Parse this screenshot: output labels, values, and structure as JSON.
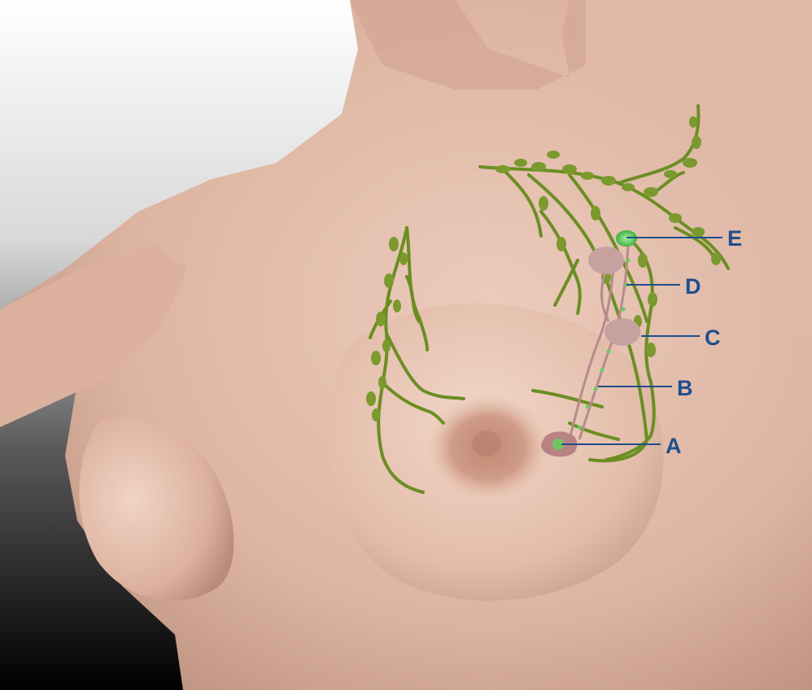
{
  "labels": {
    "A": "A",
    "B": "B",
    "C": "C",
    "D": "D",
    "E": "E"
  },
  "colors": {
    "background_top": "#ffffff",
    "background_bottom": "#000000",
    "skin_light": "#f0d2c4",
    "skin_mid": "#ddb39e",
    "skin_shadow": "#b98d7b",
    "areola": "#c99480",
    "lymph_vessel": "#6b8e23",
    "lymph_node": "#7a9a2e",
    "sentinel_node": "#5fd35f",
    "tumor": "#b98282",
    "duct": "#b88a8a",
    "callout_line": "#1f4e8c",
    "callout_text": "#1f4e8c"
  }
}
